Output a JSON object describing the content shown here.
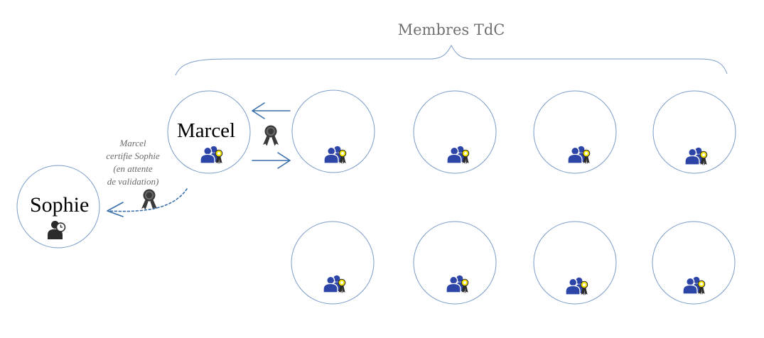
{
  "title": "Membres TdC",
  "marcel": {
    "name": "Marcel"
  },
  "sophie": {
    "name": "Sophie"
  },
  "caption": [
    "Marcel",
    "certifie Sophie",
    "(en attente",
    "de validation)"
  ],
  "icons": {
    "member": "certified-member-icon",
    "pending": "pending-member-icon",
    "certification": "certification-ribbon-icon"
  },
  "colors": {
    "circle_stroke": "#7a9cc8",
    "arrow": "#3a6faa",
    "member_icon": "#2e45a8",
    "badge": "#f1e400",
    "pending_icon": "#2b2b2b",
    "ribbon": "#3a3a3a"
  },
  "members_count": 9
}
